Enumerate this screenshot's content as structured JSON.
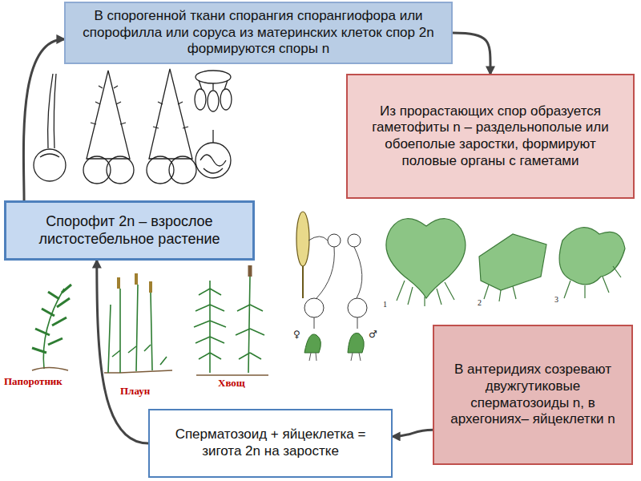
{
  "diagram": {
    "nodes": [
      {
        "text": [
          "В спорогенной ткани спорангия спорангиофора или спорофилла или соруса из материнских клеток спор 2n формируются споры n"
        ]
      },
      {
        "text": [
          "Из прорастающих спор образуется гаметофиты n – раздельнополые или обоеполые заростки, формируют половые органы с гаметами"
        ]
      },
      {
        "text": [
          "Спорофит 2n – взрослое листостебельное растение"
        ]
      },
      {
        "text": [
          "В антеридиях созревают двужгутиковые сперматозоиды n, в архегониях– яйцеклетки n"
        ]
      },
      {
        "text": [
          "Сперматозоид + яйцеклетка = зигота 2n на заростке"
        ]
      }
    ],
    "edges": [
      {
        "from": 2,
        "to": 0,
        "arrow": "to"
      },
      {
        "from": 0,
        "to": 1,
        "arrow": "to"
      },
      {
        "from": 3,
        "to": 4,
        "arrow": "to"
      },
      {
        "from": 4,
        "to": 2,
        "arrow": "to"
      }
    ],
    "labels": [
      "Папоротник",
      "Плаун",
      "Хвощ",
      "1",
      "2",
      "3",
      "♀",
      "♂"
    ]
  }
}
